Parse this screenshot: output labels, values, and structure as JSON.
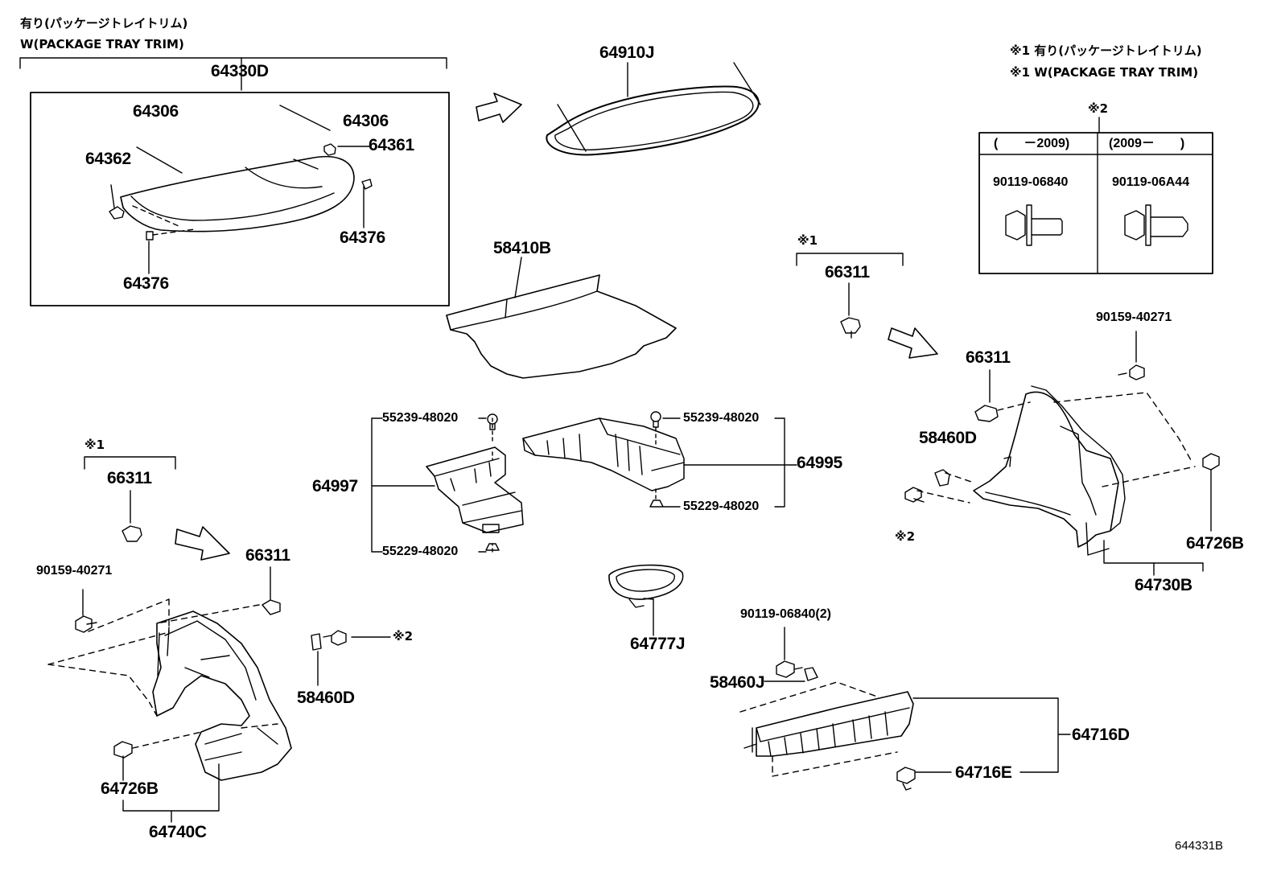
{
  "header_jp": "有り(パッケージトレイトリム)",
  "header_en": "W(PACKAGE TRAY TRIM)",
  "notes": {
    "n1_jp": "※1 有り(パッケージトレイトリム)",
    "n1_en": "※1 W(PACKAGE TRAY TRIM)",
    "n2": "※2"
  },
  "bolt_table": {
    "col1_header": "(　　－2009)",
    "col2_header": "(2009－　　)",
    "col1_part": "90119-06840",
    "col2_part": "90119-06A44"
  },
  "parts": {
    "p64330D": "64330D",
    "p64306a": "64306",
    "p64306b": "64306",
    "p64361": "64361",
    "p64362": "64362",
    "p64376a": "64376",
    "p64376b": "64376",
    "p64910J": "64910J",
    "p58410B": "58410B",
    "p55239a": "55239-48020",
    "p55239b": "55239-48020",
    "p55229a": "55229-48020",
    "p55229b": "55229-48020",
    "p64997": "64997",
    "p64995": "64995",
    "p64777J": "64777J",
    "p66311_r1": "66311",
    "p66311_r2": "66311",
    "p90159_r": "90159-40271",
    "p58460D_r": "58460D",
    "p64726B_r": "64726B",
    "p64730B": "64730B",
    "p66311_l1": "66311",
    "p66311_l2": "66311",
    "p90159_l": "90159-40271",
    "p58460D_l": "58460D",
    "p64726B_l": "64726B",
    "p64740C": "64740C",
    "p90119_2": "90119-06840(2)",
    "p58460J": "58460J",
    "p64716D": "64716D",
    "p64716E": "64716E"
  },
  "marks": {
    "x1_right": "※1",
    "x1_left": "※1",
    "x2_right": "※2",
    "x2_left": "※2"
  },
  "diagram_id": "644331B"
}
